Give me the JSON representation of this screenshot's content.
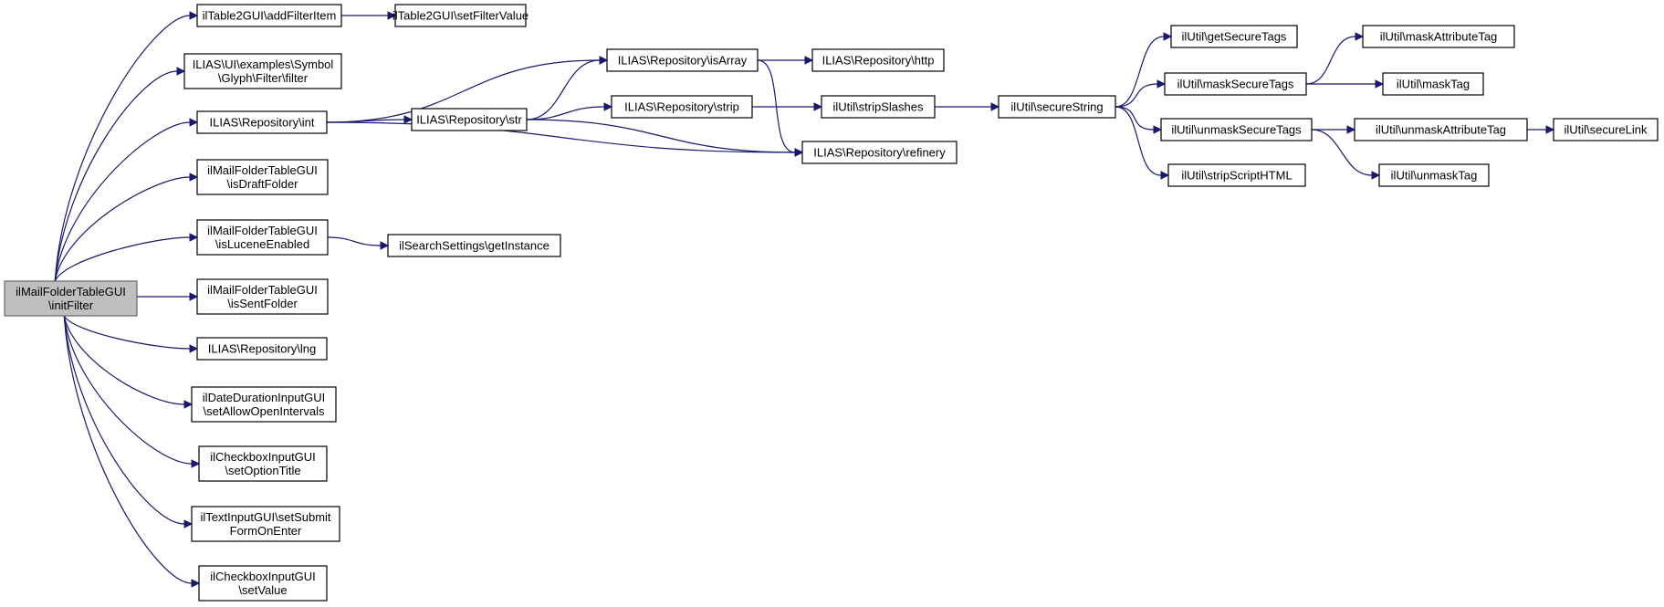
{
  "nodes": {
    "init_filter": {
      "lines": [
        "ilMailFolderTableGUI",
        "\\initFilter"
      ]
    },
    "add_filter_item": {
      "lines": [
        "ilTable2GUI\\addFilterItem"
      ]
    },
    "set_filter_value": {
      "lines": [
        "ilTable2GUI\\setFilterValue"
      ]
    },
    "symbol_glyph_filter": {
      "lines": [
        "ILIAS\\UI\\examples\\Symbol",
        "\\Glyph\\Filter\\filter"
      ]
    },
    "repo_int": {
      "lines": [
        "ILIAS\\Repository\\int"
      ]
    },
    "is_draft_folder": {
      "lines": [
        "ilMailFolderTableGUI",
        "\\isDraftFolder"
      ]
    },
    "is_lucene_enabled": {
      "lines": [
        "ilMailFolderTableGUI",
        "\\isLuceneEnabled"
      ]
    },
    "search_get_instance": {
      "lines": [
        "ilSearchSettings\\getInstance"
      ]
    },
    "is_sent_folder": {
      "lines": [
        "ilMailFolderTableGUI",
        "\\isSentFolder"
      ]
    },
    "repo_lng": {
      "lines": [
        "ILIAS\\Repository\\lng"
      ]
    },
    "set_allow_open_intervals": {
      "lines": [
        "ilDateDurationInputGUI",
        "\\setAllowOpenIntervals"
      ]
    },
    "set_option_title": {
      "lines": [
        "ilCheckboxInputGUI",
        "\\setOptionTitle"
      ]
    },
    "set_submit_form_on_enter": {
      "lines": [
        "ilTextInputGUI\\setSubmit",
        "FormOnEnter"
      ]
    },
    "checkbox_set_value": {
      "lines": [
        "ilCheckboxInputGUI",
        "\\setValue"
      ]
    },
    "repo_is_array": {
      "lines": [
        "ILIAS\\Repository\\isArray"
      ]
    },
    "repo_str": {
      "lines": [
        "ILIAS\\Repository\\str"
      ]
    },
    "repo_http": {
      "lines": [
        "ILIAS\\Repository\\http"
      ]
    },
    "repo_strip": {
      "lines": [
        "ILIAS\\Repository\\strip"
      ]
    },
    "strip_slashes": {
      "lines": [
        "ilUtil\\stripSlashes"
      ]
    },
    "repo_refinery": {
      "lines": [
        "ILIAS\\Repository\\refinery"
      ]
    },
    "secure_string": {
      "lines": [
        "ilUtil\\secureString"
      ]
    },
    "get_secure_tags": {
      "lines": [
        "ilUtil\\getSecureTags"
      ]
    },
    "mask_secure_tags": {
      "lines": [
        "ilUtil\\maskSecureTags"
      ]
    },
    "unmask_secure_tags": {
      "lines": [
        "ilUtil\\unmaskSecureTags"
      ]
    },
    "strip_script_html": {
      "lines": [
        "ilUtil\\stripScriptHTML"
      ]
    },
    "mask_attribute_tag": {
      "lines": [
        "ilUtil\\maskAttributeTag"
      ]
    },
    "mask_tag": {
      "lines": [
        "ilUtil\\maskTag"
      ]
    },
    "unmask_attribute_tag": {
      "lines": [
        "ilUtil\\unmaskAttributeTag"
      ]
    },
    "unmask_tag": {
      "lines": [
        "ilUtil\\unmaskTag"
      ]
    },
    "secure_link": {
      "lines": [
        "ilUtil\\secureLink"
      ]
    }
  },
  "edges": [
    [
      "init_filter",
      "add_filter_item"
    ],
    [
      "init_filter",
      "symbol_glyph_filter"
    ],
    [
      "init_filter",
      "repo_int"
    ],
    [
      "init_filter",
      "is_draft_folder"
    ],
    [
      "init_filter",
      "is_lucene_enabled"
    ],
    [
      "init_filter",
      "is_sent_folder"
    ],
    [
      "init_filter",
      "repo_lng"
    ],
    [
      "init_filter",
      "set_allow_open_intervals"
    ],
    [
      "init_filter",
      "set_option_title"
    ],
    [
      "init_filter",
      "set_submit_form_on_enter"
    ],
    [
      "init_filter",
      "checkbox_set_value"
    ],
    [
      "add_filter_item",
      "set_filter_value"
    ],
    [
      "repo_int",
      "repo_is_array"
    ],
    [
      "repo_int",
      "repo_str"
    ],
    [
      "repo_int",
      "repo_refinery"
    ],
    [
      "repo_str",
      "repo_is_array"
    ],
    [
      "repo_str",
      "repo_strip"
    ],
    [
      "repo_str",
      "repo_refinery"
    ],
    [
      "repo_is_array",
      "repo_http"
    ],
    [
      "repo_is_array",
      "repo_refinery"
    ],
    [
      "repo_strip",
      "strip_slashes"
    ],
    [
      "is_lucene_enabled",
      "search_get_instance"
    ],
    [
      "strip_slashes",
      "secure_string"
    ],
    [
      "secure_string",
      "get_secure_tags"
    ],
    [
      "secure_string",
      "mask_secure_tags"
    ],
    [
      "secure_string",
      "unmask_secure_tags"
    ],
    [
      "secure_string",
      "strip_script_html"
    ],
    [
      "mask_secure_tags",
      "mask_attribute_tag"
    ],
    [
      "mask_secure_tags",
      "mask_tag"
    ],
    [
      "unmask_secure_tags",
      "unmask_attribute_tag"
    ],
    [
      "unmask_secure_tags",
      "unmask_tag"
    ],
    [
      "unmask_attribute_tag",
      "secure_link"
    ]
  ],
  "colors": {
    "edge": "#191970",
    "root_fill": "#bfbfbf",
    "node_fill": "#ffffff",
    "node_border": "#000000"
  }
}
